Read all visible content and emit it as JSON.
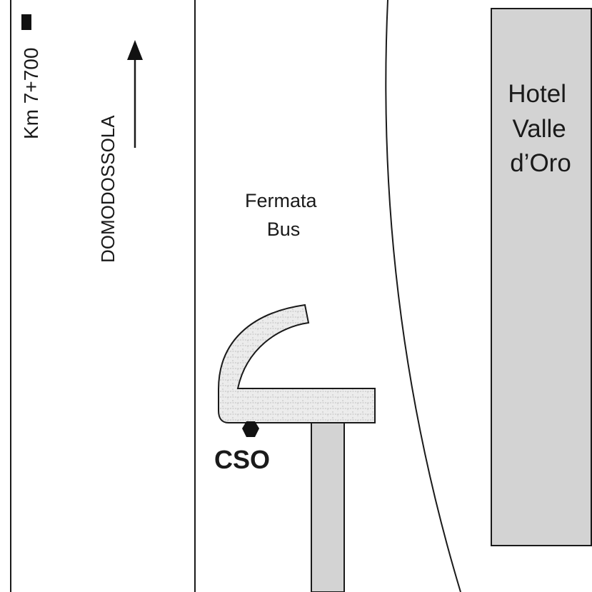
{
  "km_marker": "Km 7+700",
  "direction": "DOMODOSSOLA",
  "bus_stop": {
    "line1": "Fermata",
    "line2": "Bus"
  },
  "hotel": {
    "line1": "Hotel",
    "line2": "Valle",
    "line3": "d’Oro"
  },
  "point_label": "CSO",
  "colors": {
    "building_fill": "#d3d3d3",
    "stroke": "#1a1a1a",
    "shelter_fill": "#ececec",
    "background": "#ffffff"
  },
  "icons": [
    "north-arrow-icon",
    "km-post-icon",
    "cso-point-icon"
  ]
}
